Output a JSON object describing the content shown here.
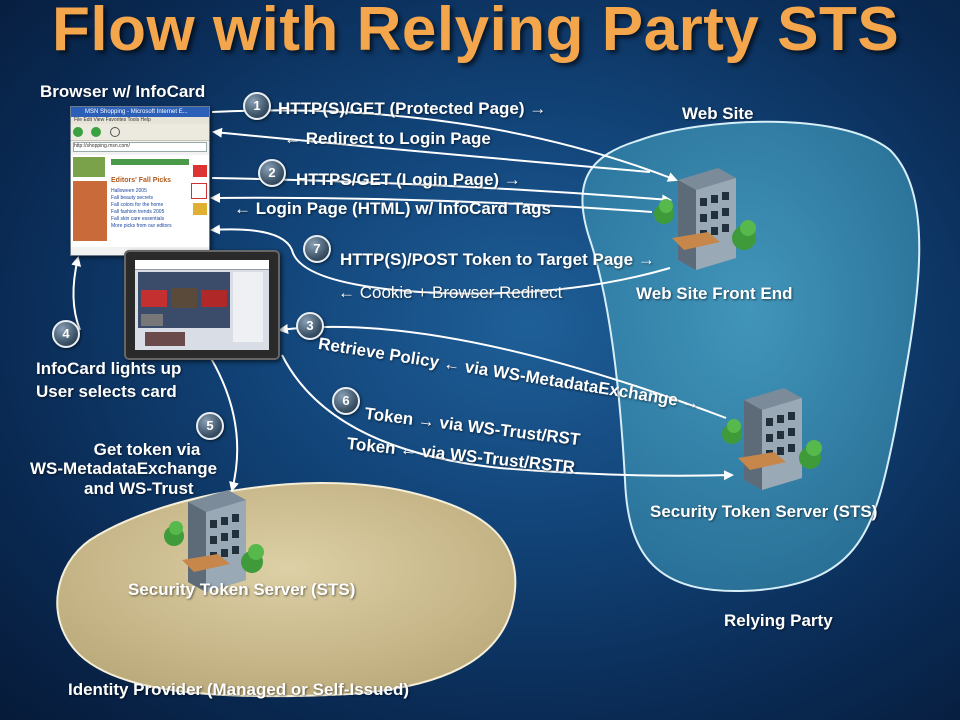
{
  "title": "Flow with Relying Party STS",
  "labels": {
    "browser": "Browser w/ InfoCard",
    "website": "Web Site",
    "frontend": "Web Site Front End",
    "rp_sts": "Security Token Server (STS)",
    "relying_party": "Relying Party",
    "ip_sts": "Security Token Server (STS)",
    "identity_provider": "Identity Provider (Managed or Self-Issued)"
  },
  "steps": {
    "s1": {
      "num": "1",
      "line1": "HTTP(S)/GET (Protected Page) →",
      "line2": "← Redirect to Login Page"
    },
    "s2": {
      "num": "2",
      "line1": "HTTPS/GET (Login Page) →",
      "line2": "← Login Page (HTML) w/ InfoCard Tags"
    },
    "s7": {
      "num": "7",
      "line1": "HTTP(S)/POST Token to Target Page →",
      "line2": "← Cookie + Browser Redirect"
    },
    "s3": {
      "num": "3",
      "line1": "Retrieve Policy ← via WS-MetadataExchange →"
    },
    "s4": {
      "num": "4",
      "line1": "InfoCard lights up",
      "line2": "User selects card"
    },
    "s5": {
      "num": "5",
      "line1": "Get token via",
      "line2": "WS-MetadataExchange",
      "line3": "and WS-Trust"
    },
    "s6": {
      "num": "6",
      "line1": "Token → via WS-Trust/RST",
      "line2": "Token ← via WS-Trust/RSTR"
    }
  },
  "browser_window": {
    "title": "MSN Shopping - Microsoft Internet E...",
    "menu": "File  Edit  View  Favorites  Tools  Help",
    "address": "http://shopping.msn.com/",
    "heading": "Editors' Fall Picks",
    "links": [
      "Halloween 2005",
      "Fall beauty secrets",
      "Fall colors for the home",
      "Fall fashion trends 2005",
      "Fall skin care essentials",
      "More picks from our editors"
    ]
  },
  "colors": {
    "title": "#f4a64c",
    "website_region": "#3f93b4",
    "idp_region": "#c9b98a",
    "arrow": "#ffffff"
  }
}
